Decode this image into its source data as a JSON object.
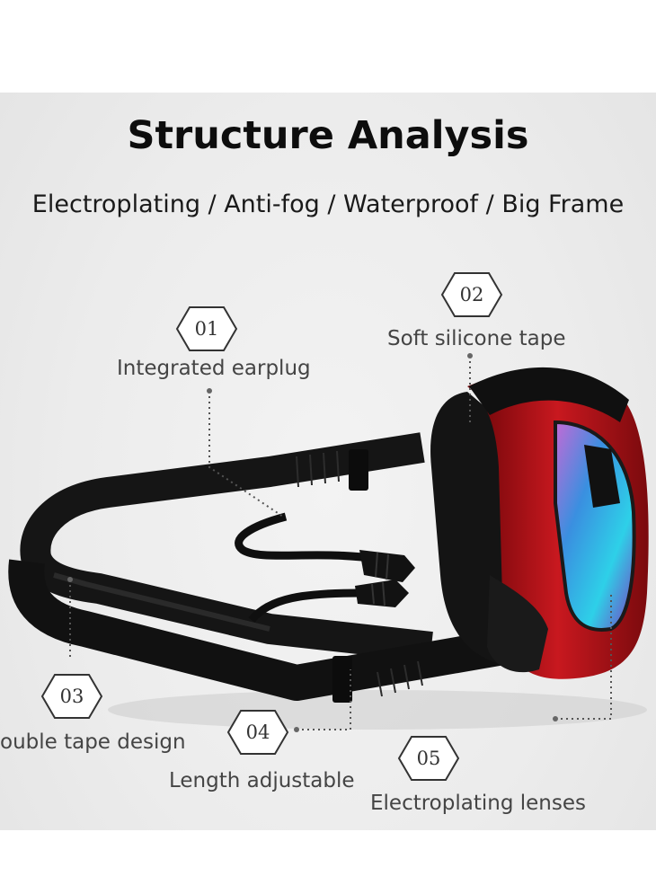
{
  "title": "Structure Analysis",
  "subtitle": "Electroplating / Anti-fog / Waterproof / Big Frame",
  "features": [
    {
      "number": "01",
      "label": "Integrated earplug"
    },
    {
      "number": "02",
      "label": "Soft silicone tape"
    },
    {
      "number": "03",
      "label": "ouble tape design"
    },
    {
      "number": "04",
      "label": "Length adjustable"
    },
    {
      "number": "05",
      "label": "Electroplating lenses"
    }
  ],
  "colors": {
    "frame_red": "#b0141c",
    "strap_black": "#141414",
    "text": "#444444"
  }
}
